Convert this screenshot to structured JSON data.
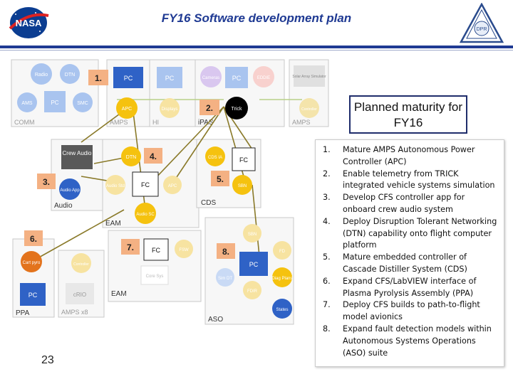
{
  "header": {
    "title": "FY16 Software development plan",
    "logo_text": "NASA",
    "seal_text": "DPR"
  },
  "diagram": {
    "groups": {
      "comm": "COMM",
      "amps_top": "AMPS",
      "hi": "HI",
      "ipas": "iPAS",
      "amps_right": "AMPS",
      "audio": "Audio",
      "eam": "EAM",
      "cds": "CDS",
      "ppa": "PPA",
      "amps_x8": "AMPS x8",
      "eam2": "EAM",
      "aso": "ASO"
    },
    "nodes": {
      "radio": "Radio",
      "dtn_comm": "DTN",
      "ams": "AMS",
      "pc_comm": "PC",
      "smc": "SMC",
      "pc_amps": "PC",
      "apc": "APC",
      "pc_hi": "PC",
      "displays": "Displays",
      "cameras": "Cameras",
      "pc_ipas": "PC",
      "eddie": "EDDIE",
      "solar_array": "Solar Array Simulator",
      "trick": "Trick",
      "controller_right": "Controller",
      "crew_audio": "Crew Audio",
      "audio_app": "Audio App",
      "dtn_eam": "DTN",
      "audio_std": "Audio Std",
      "fc_eam": "FC",
      "apc_eam": "APC",
      "audio_sc": "Audio SC",
      "cds_ia": "CDS IA",
      "fc_cds": "FC",
      "sbn": "SBN",
      "controller_ppa": "Controller",
      "cart_pyro": "Cart pyro",
      "pc_ppa": "PC",
      "crio": "cRIO",
      "fc_eam2": "FC",
      "fsw_eam2": "FSW",
      "core_sys": "Core Sys",
      "sbn_aso": "SBN",
      "pc_aso": "PC",
      "fd": "FD",
      "sim_dt": "Sim DT",
      "diag_plans": "Diag Plans",
      "fdir": "FDIR",
      "states": "States"
    },
    "markers": [
      "1.",
      "2.",
      "3.",
      "4.",
      "5.",
      "6.",
      "7.",
      "8."
    ]
  },
  "maturity": {
    "heading": "Planned maturity for FY16"
  },
  "plan_items": [
    {
      "num": "1.",
      "text": "Mature AMPS Autonomous Power Controller (APC)"
    },
    {
      "num": "2.",
      "text": "Enable telemetry from TRICK integrated vehicle systems simulation"
    },
    {
      "num": "3.",
      "text": "Develop CFS controller app for onboard crew audio system"
    },
    {
      "num": "4.",
      "text": "Deploy Disruption Tolerant Networking (DTN) capability onto flight computer platform"
    },
    {
      "num": "5.",
      "text": "Mature embedded controller of Cascade Distiller System (CDS)"
    },
    {
      "num": "6.",
      "text": "Expand CFS/LabVIEW interface of Plasma Pyrolysis Assembly (PPA)"
    },
    {
      "num": "7.",
      "text": "Deploy CFS builds to path-to-flight model avionics"
    },
    {
      "num": "8.",
      "text": "Expand fault detection models within Autonomous Systems Operations (ASO) suite"
    }
  ],
  "footer": {
    "page_number": "23"
  },
  "colors": {
    "title_blue": "#1f3a93",
    "node_blue": "#2f62c6",
    "node_yellow": "#f5c20f",
    "marker_fill": "#f4b183",
    "crew_gray": "#595959",
    "orange": "#e3731c"
  }
}
